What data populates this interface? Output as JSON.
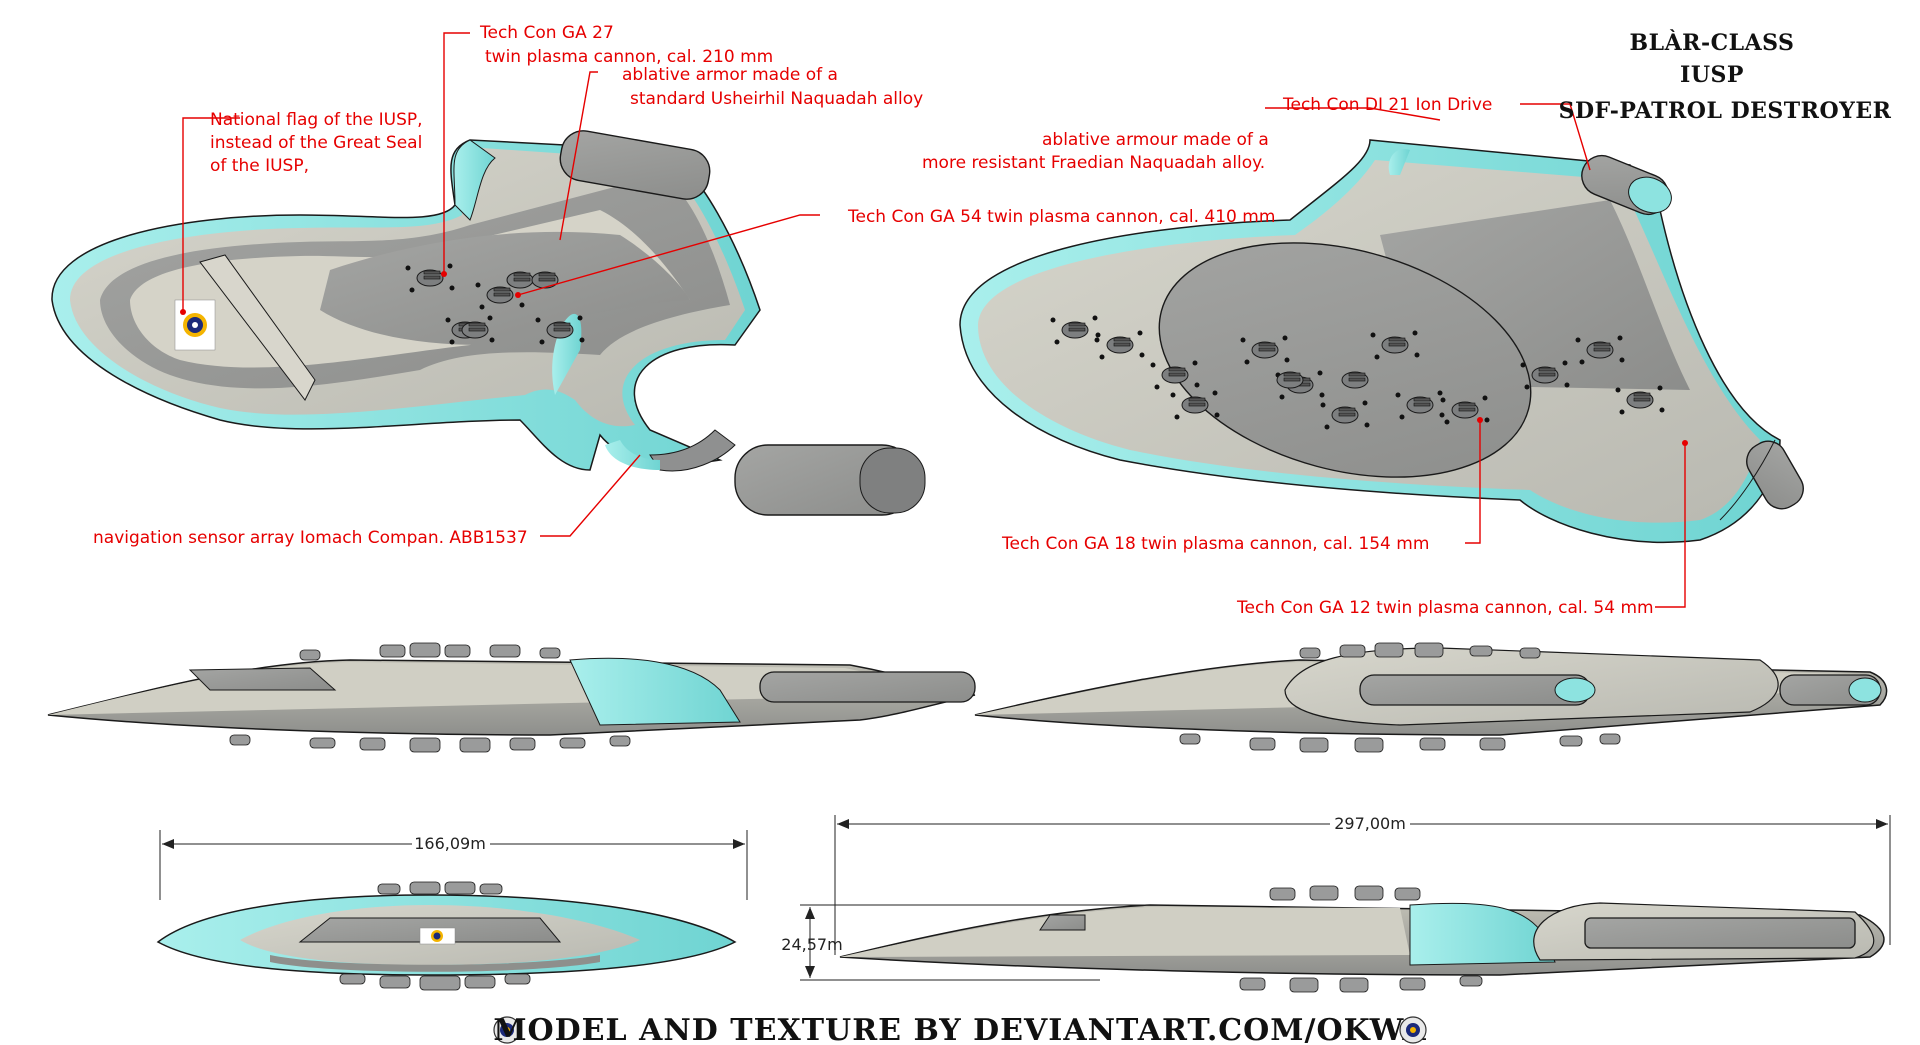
{
  "title": {
    "line1": "BLÀR-CLASS",
    "line2": "IUSP",
    "line3": "SDF-PATROL DESTROYER"
  },
  "callouts": {
    "flag_line1": "National flag of the IUSP,",
    "flag_line2": "instead of the Great Seal",
    "flag_line3": "of the IUSP,",
    "ga27_line1": "Tech Con GA 27",
    "ga27_line2": "twin plasma cannon, cal. 210 mm",
    "armor_usheirhil_line1": "ablative armor made of a",
    "armor_usheirhil_line2": "standard Usheirhil Naquadah alloy",
    "ga54": "Tech Con GA 54 twin plasma cannon, cal. 410 mm",
    "nav_sensor": "navigation sensor array Iomach Compan. ABB1537",
    "di21": "Tech Con DI 21 Ion Drive",
    "armor_fraedian_line1": "ablative armour made of a",
    "armor_fraedian_line2": "more resistant Fraedian Naquadah alloy.",
    "ga18": "Tech Con GA 18 twin plasma cannon, cal. 154 mm",
    "ga12": "Tech Con GA 12 twin plasma cannon, cal. 54 mm"
  },
  "dimensions": {
    "width": "166,09m",
    "length": "297,00m",
    "height": "24,57m"
  },
  "credit": "MODEL AND TEXTURE BY DEVIANTART.COM/OKWA",
  "colors": {
    "hull_light": "#c9c8bd",
    "hull_dark": "#9b9c99",
    "accent_cyan": "#8de3e0",
    "callout_red": "#e60000"
  }
}
